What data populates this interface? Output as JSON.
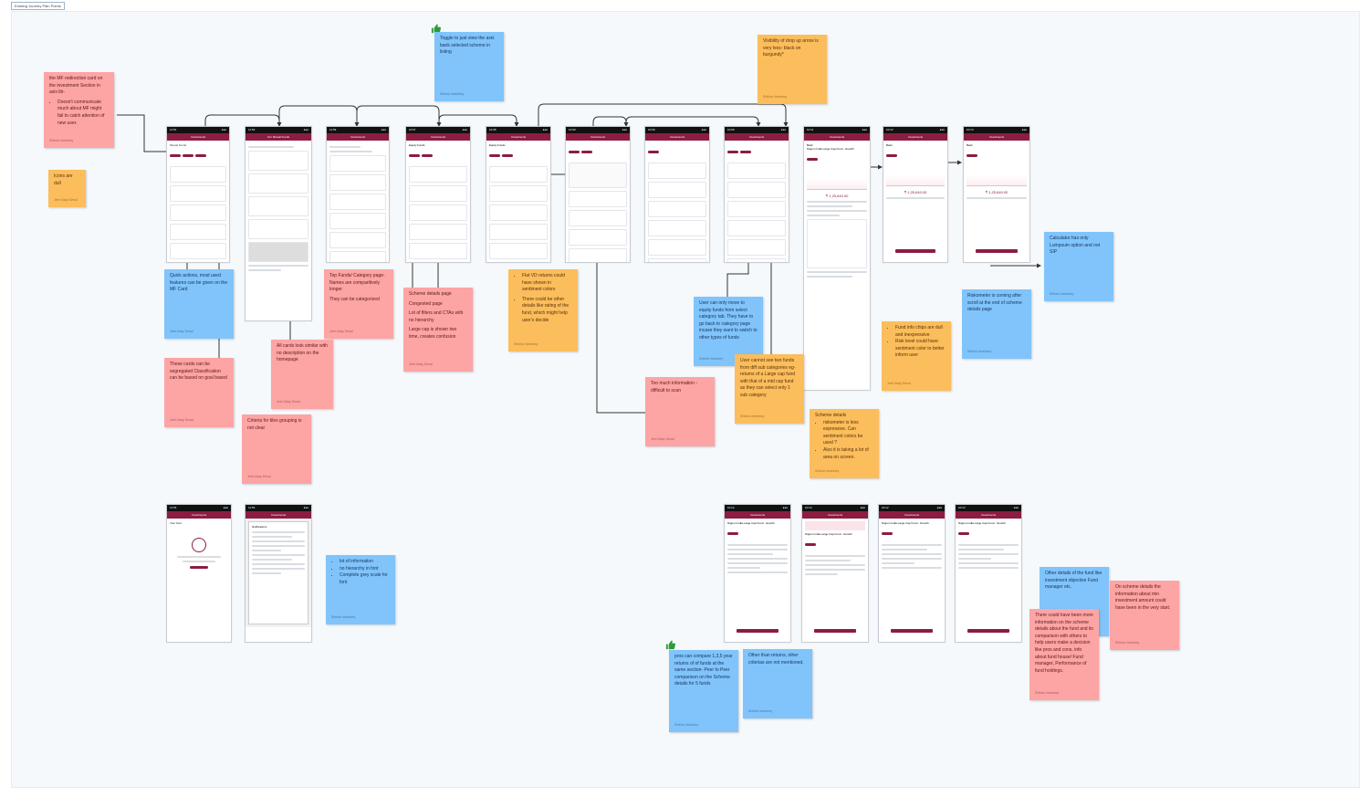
{
  "frame_label": "Existing Journey Pain Points",
  "phone_texts": {
    "time_a": "11:51",
    "time_b": "11:53",
    "time_c": "10:07",
    "time_d": "10:08",
    "time_e": "10:09",
    "time_f": "10:11",
    "time_g": "10:12",
    "time_h": "10:13",
    "header_investments": "Investments",
    "header_mf": "Our Mutual Funds",
    "mutual_funds": "Mutual Funds",
    "equity_funds": "Equity Funds",
    "back": "Back",
    "invest_now": "Invest Now",
    "amount": "₹ 1,25,640.00",
    "fund_name": "Nippon India Large Cap Fund - Growth",
    "cart": "Your Cart",
    "notifications": "Notifications",
    "sip": "SIP"
  },
  "notes": [
    {
      "id": "n1",
      "color": "pink",
      "author": "Shikha Varshney",
      "text": "the MF redirection card on the investment Section in axis lib-",
      "bullets": [
        "Doesn't communicate much about MF might fail to catch attention of new user."
      ]
    },
    {
      "id": "n2",
      "color": "orange",
      "author": "Jeet Uday Desai",
      "text": "Icons are dull"
    },
    {
      "id": "n3",
      "color": "blue",
      "author": "Shikha Varshney",
      "text": "Toggle to just view the axis bank selected scheme in listing"
    },
    {
      "id": "n4",
      "color": "orange",
      "author": "Shikha Varshney",
      "text": "Visibility of drop up arrow is very less- black on burgundy*"
    },
    {
      "id": "n5",
      "color": "blue",
      "author": "Jeet Uday Desai",
      "text": "Quick actions, most used features can be given on the MF Card"
    },
    {
      "id": "n6",
      "color": "pink",
      "author": "Jeet Uday Desai",
      "paras": [
        "Top Funds/ Category page-",
        "Names are comparitively longer",
        "They can be categorized"
      ]
    },
    {
      "id": "n7",
      "color": "pink",
      "author": "Jeet Uday Desai",
      "paras": [
        "Scheme details page",
        "Congested page",
        "Lot of filters and CTAs with no hierarchy",
        "Large cap is shown two time, creates confusion"
      ]
    },
    {
      "id": "n8",
      "color": "orange",
      "author": "Shikha Varshney",
      "bullets": [
        "Flat VD returns could have shown in sentiment colors",
        "There could be other details like rating of the fund, which might help user's decide"
      ]
    },
    {
      "id": "n9",
      "color": "blue",
      "author": "Shikha Varshney",
      "text": "User can only move to equity funds from select category tab. They have to go back to category page incase they want to switch to other types of funds"
    },
    {
      "id": "n10",
      "color": "orange",
      "author": "Shikha Varshney",
      "text": "User cannot see two funds from diff sub categories eg- returns of a Large cap fund with that of a mid cap fund as they can select only 1 sub category"
    },
    {
      "id": "n11",
      "color": "pink",
      "author": "Jeet Uday Desai",
      "text": "Too much information - difficult to scan"
    },
    {
      "id": "n12",
      "color": "pink",
      "author": "Jeet Uday Desai",
      "text": "These cards can be segregated Classification can be based on goal based"
    },
    {
      "id": "n13",
      "color": "pink",
      "author": "Jeet Uday Desai",
      "text": "All cards look similar with no description on the homepage"
    },
    {
      "id": "n14",
      "color": "pink",
      "author": "Jeet Uday Desai",
      "text": "Criteria for tiles grouping is not clear"
    },
    {
      "id": "n15",
      "color": "orange",
      "author": "Shikha Varshney",
      "text": "Scheme details",
      "bullets": [
        "riskometer is less expressive. Can sentiment colors be used ?",
        "Also it is taking a lot of area on screen."
      ]
    },
    {
      "id": "n16",
      "color": "orange",
      "author": "Jeet Uday Desai",
      "bullets": [
        "Fund info chips are dull and inexpressive",
        "Risk level could have sentiment color to better inform user"
      ]
    },
    {
      "id": "n17",
      "color": "blue",
      "author": "Shikha Varshney",
      "text": "Riskometer is coming after scroll at the end of scheme details page"
    },
    {
      "id": "n18",
      "color": "blue",
      "author": "Shikha Varshney",
      "text": "Calculator has only Lumpsum option and not SIP"
    },
    {
      "id": "n19",
      "color": "blue",
      "author": "Shikha Varshney",
      "bullets": [
        "lot of information",
        "no hierarchy in font",
        "Complete grey scale for font"
      ]
    },
    {
      "id": "n20",
      "color": "blue",
      "author": "Shikha Varshney",
      "text": "pros can compare 1,3,5 year returns of of funds at the same section- Peer to Peer comparison on the Scheme details for 5 funds"
    },
    {
      "id": "n21",
      "color": "blue",
      "author": "Shikha Varshney",
      "text": "Other than returns, other criterias are not mentioned."
    },
    {
      "id": "n22",
      "color": "blue",
      "author": "Shikha Varshney",
      "text": "Other details of the fund like investment objective Fund manager etc."
    },
    {
      "id": "n23",
      "color": "pink",
      "author": "Shikha Varshney",
      "text": "There could have been more information on the scheme details about the fund and its comparison with others to help users make a decision like pros and cons, info about fund house/ Fund manager, Performance of fund holdings."
    },
    {
      "id": "n24",
      "color": "pink",
      "author": "Shikha Varshney",
      "text": "On scheme details the information about min investment amount could have been in the very start."
    }
  ],
  "colors": {
    "brand": "#8c1d40",
    "pink": "#fda4a4",
    "blue": "#80c4fb",
    "orange": "#fcbd5c",
    "connector": "#333333"
  }
}
